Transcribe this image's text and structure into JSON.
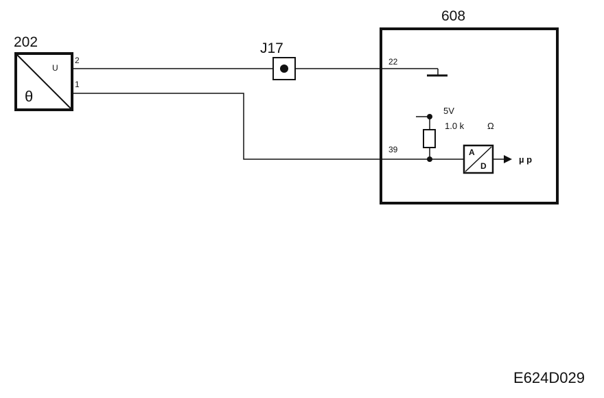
{
  "sensor": {
    "id": "202",
    "symbol": "θ",
    "output_symbol": "U",
    "pin_top": "2",
    "pin_bottom": "1"
  },
  "connector": {
    "id": "J17"
  },
  "ecu": {
    "id": "608",
    "pin_ground": "22",
    "pin_signal": "39",
    "supply_voltage": "5V",
    "resistor_value": "1.0 k",
    "resistor_unit": "Ω",
    "adc_top": "A",
    "adc_bottom": "D",
    "output_label": "µ p"
  },
  "drawing_ref": "E624D029",
  "colors": {
    "line": "#111111",
    "background": "#ffffff"
  }
}
